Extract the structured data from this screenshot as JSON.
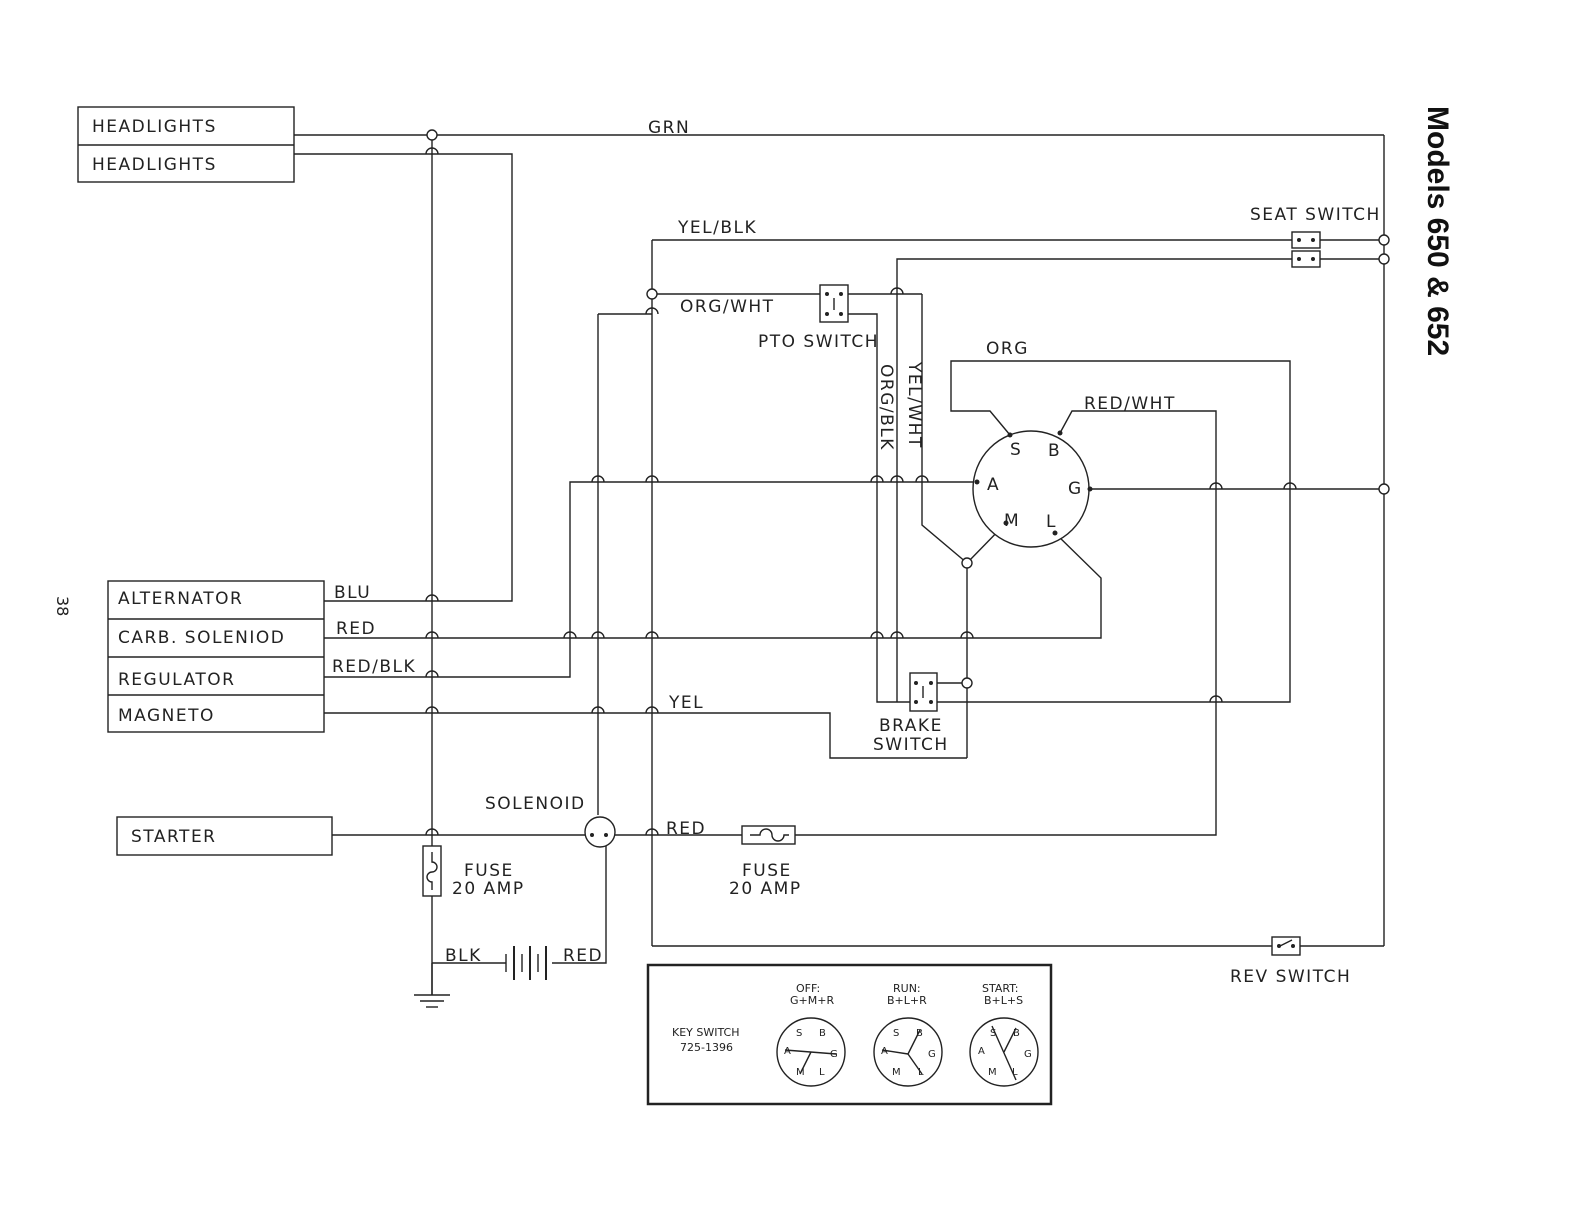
{
  "title": "Models 650 & 652",
  "page_number": "38",
  "components": {
    "headlights_1": "HEADLIGHTS",
    "headlights_2": "HEADLIGHTS",
    "alternator": "ALTERNATOR",
    "carb_solenoid": "CARB. SOLENIOD",
    "regulator": "REGULATOR",
    "magneto": "MAGNETO",
    "starter": "STARTER",
    "seat_switch": "SEAT SWITCH",
    "pto_switch": "PTO SWITCH",
    "brake_switch_line1": "BRAKE",
    "brake_switch_line2": "SWITCH",
    "solenoid": "SOLENOID",
    "fuse_left_1": "FUSE",
    "fuse_left_2": "20 AMP",
    "fuse_right_1": "FUSE",
    "fuse_right_2": "20 AMP",
    "rev_switch": "REV SWITCH"
  },
  "wires": {
    "grn": "GRN",
    "yel_blk": "YEL/BLK",
    "org_wht": "ORG/WHT",
    "org": "ORG",
    "red_wht": "RED/WHT",
    "org_blk": "ORG/BLK",
    "yel_wht": "YEL/WHT",
    "blu": "BLU",
    "red": "RED",
    "red_blk": "RED/BLK",
    "yel": "YEL",
    "red_starter": "RED",
    "blk": "BLK",
    "red_battery": "RED"
  },
  "key_switch_terminals": [
    "S",
    "B",
    "A",
    "G",
    "M",
    "L"
  ],
  "key_switch_panel": {
    "label_1": "KEY SWITCH",
    "label_2": "725-1396",
    "positions": [
      {
        "name": "OFF:",
        "combo": "G+M+R"
      },
      {
        "name": "RUN:",
        "combo": "B+L+R"
      },
      {
        "name": "START:",
        "combo": "B+L+S"
      }
    ]
  }
}
